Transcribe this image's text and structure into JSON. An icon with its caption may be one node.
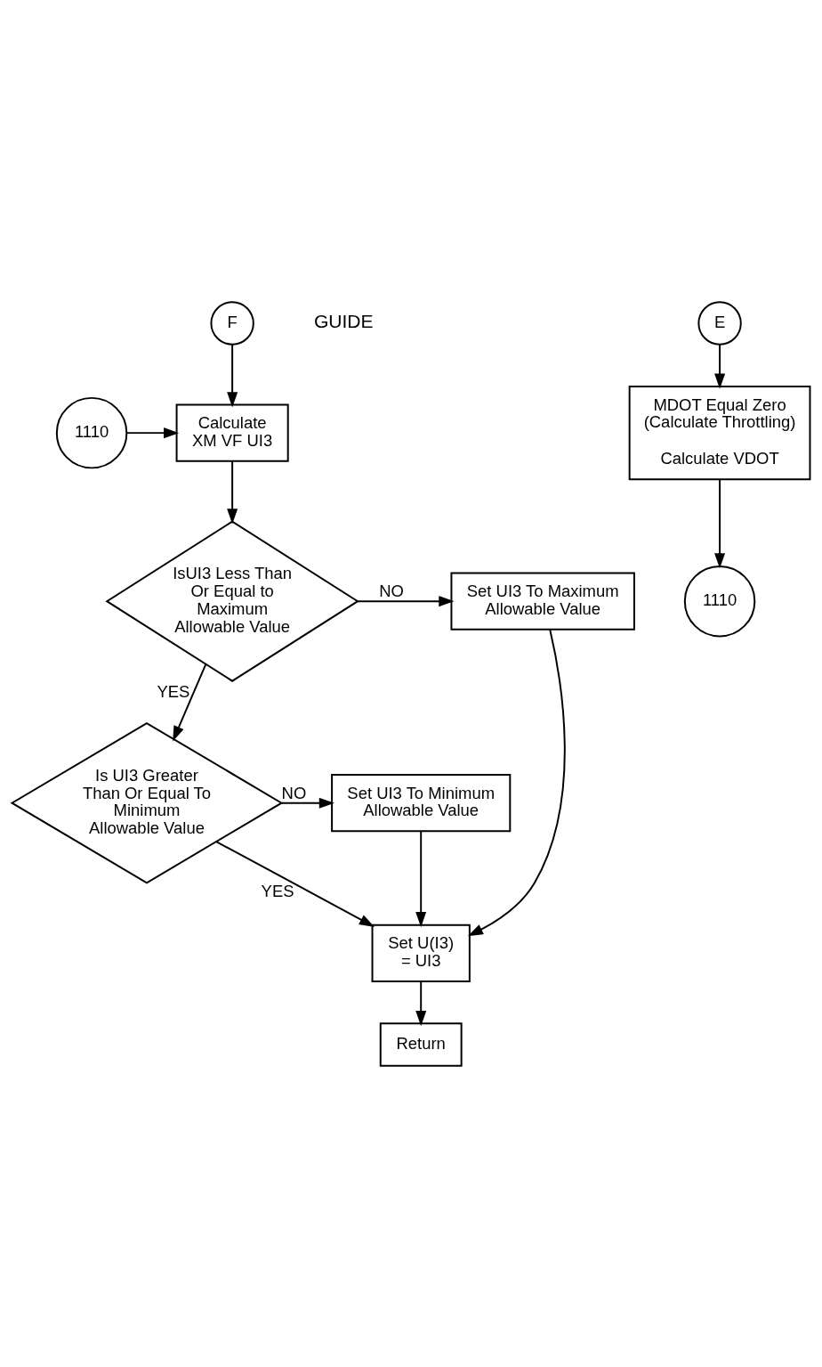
{
  "diagram": {
    "nodes": [
      {
        "text": [
          "F"
        ]
      },
      {
        "text": [
          "1110"
        ]
      },
      {
        "text": [
          "Calculate XM VF UI3"
        ]
      },
      {
        "text": [
          "IsUI3 Less Than Or Equal to Maximum Allowable Value"
        ]
      },
      {
        "text": [
          "Set UI3 To Maximum Allowable Value"
        ]
      },
      {
        "text": [
          "E"
        ]
      },
      {
        "text": [
          "Is UI3 Greater Than Or Equal To Minimum Allowable Value"
        ]
      },
      {
        "text": [
          "Set UI3 To Minimum Allowable Value"
        ]
      },
      {
        "text": [
          "Set U(I3) = UI3"
        ]
      },
      {
        "text": [
          "Return"
        ]
      },
      {
        "text": [
          "MDOT Equal Zero (Calculate Throttling)",
          "Calculate VDOT"
        ]
      },
      {
        "text": [
          "1110"
        ]
      }
    ],
    "edges": [
      {
        "from": 0,
        "to": 2,
        "arrow": "to"
      },
      {
        "from": 1,
        "to": 2,
        "arrow": "to"
      },
      {
        "from": 2,
        "to": 3,
        "arrow": "to"
      },
      {
        "from": 3,
        "to": 4,
        "arrow": "to",
        "label": "NO"
      },
      {
        "from": 3,
        "to": 6,
        "arrow": "to",
        "label": "YES"
      },
      {
        "from": 6,
        "to": 7,
        "arrow": "to",
        "label": "NO"
      },
      {
        "from": 6,
        "to": 8,
        "arrow": "to",
        "label": "YES"
      },
      {
        "from": 4,
        "to": 8,
        "arrow": "to"
      },
      {
        "from": 7,
        "to": 8,
        "arrow": "to"
      },
      {
        "from": 8,
        "to": 9,
        "arrow": "to"
      },
      {
        "from": 5,
        "to": 10,
        "arrow": "to"
      },
      {
        "from": 10,
        "to": 11,
        "arrow": "to"
      }
    ],
    "labels": [
      "GUIDE"
    ]
  }
}
